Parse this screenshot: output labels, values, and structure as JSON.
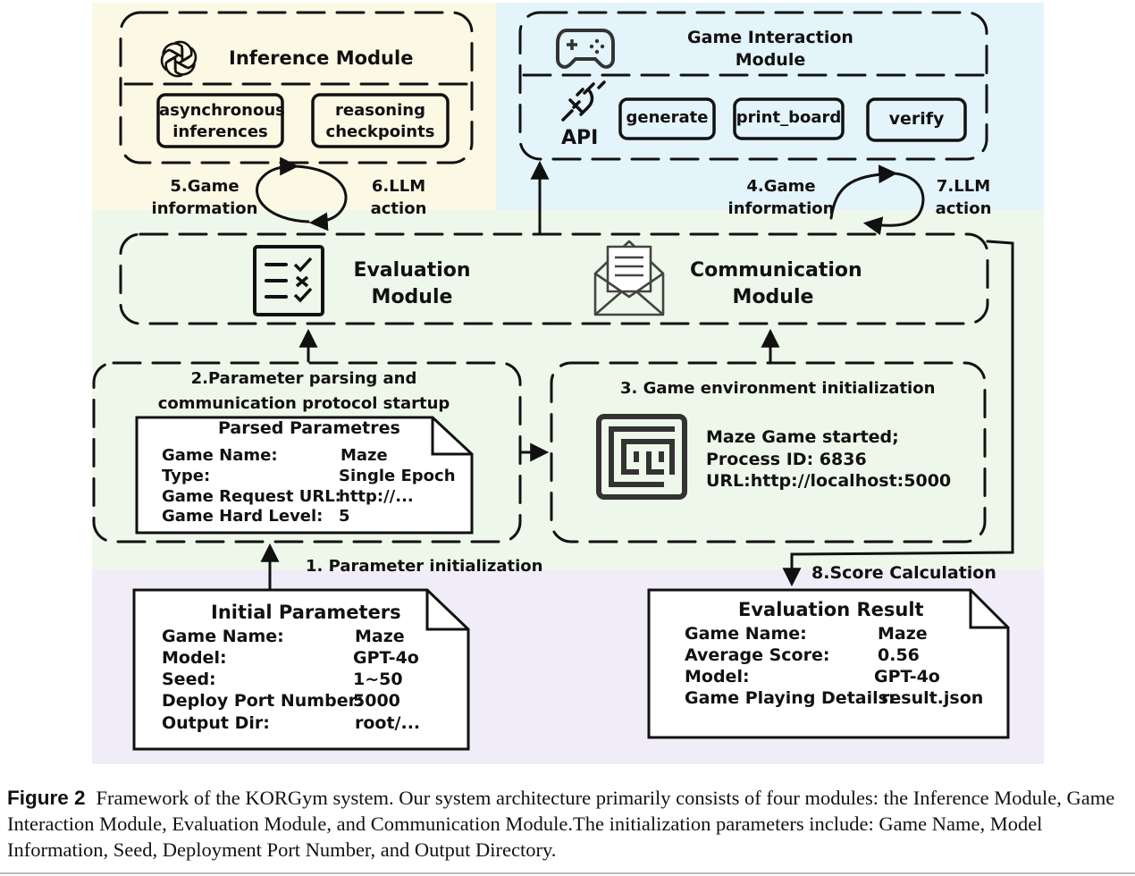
{
  "inference_module": {
    "title": "Inference Module",
    "items": [
      "asynchronous\ninferences",
      "reasoning\ncheckpoints"
    ]
  },
  "game_interaction_module": {
    "title": "Game Interaction\nModule",
    "api_label": "API",
    "items": [
      "generate",
      "print_board",
      "verify"
    ]
  },
  "flow_labels": {
    "game_info_5": "5.Game\ninformation",
    "llm_action_6": "6.LLM\naction",
    "game_info_4": "4.Game\ninformation",
    "llm_action_7": "7.LLM\naction",
    "param_init_1": "1. Parameter initialization",
    "score_calc_8": "8.Score Calculation"
  },
  "evaluation_module": {
    "title": "Evaluation\nModule"
  },
  "communication_module": {
    "title": "Communication\nModule"
  },
  "param_parsing": {
    "title": "2.Parameter parsing and\ncommunication protocol startup",
    "doc_title": "Parsed Parametres",
    "rows": [
      {
        "key": "Game Name:",
        "value": "Maze"
      },
      {
        "key": "Type:",
        "value": "Single Epoch"
      },
      {
        "key": "Game Request URL:",
        "value": "http://..."
      },
      {
        "key": "Game Hard Level:",
        "value": "5"
      }
    ]
  },
  "game_env": {
    "title": "3. Game environment initialization",
    "lines": [
      "Maze Game started;",
      "Process ID: 6836",
      "URL:http://localhost:5000"
    ]
  },
  "initial_parameters": {
    "title": "Initial Parameters",
    "rows": [
      {
        "key": "Game Name:",
        "value": "Maze"
      },
      {
        "key": "Model:",
        "value": "GPT-4o"
      },
      {
        "key": "Seed:",
        "value": "1~50"
      },
      {
        "key": "Deploy Port Number:",
        "value": "5000"
      },
      {
        "key": "Output Dir:",
        "value": "root/..."
      }
    ]
  },
  "evaluation_result": {
    "title": "Evaluation Result",
    "rows": [
      {
        "key": "Game Name:",
        "value": "Maze"
      },
      {
        "key": "Average Score:",
        "value": "0.56"
      },
      {
        "key": "Model:",
        "value": "GPT-4o"
      },
      {
        "key": "Game Playing Details:",
        "value": "result.json"
      }
    ]
  },
  "caption": {
    "label": "Figure 2",
    "text": "Framework of the KORGym system.  Our system architecture primarily consists of four modules: the Inference Module, Game Interaction Module, Evaluation Module, and Communication Module.The initialization parameters include: Game Name, Model Information, Seed, Deployment Port Number, and Output Directory."
  },
  "colors": {
    "zone_inference": "#fbf8e4",
    "zone_game_interaction": "#e3f4fa",
    "zone_modules": "#eef8ea",
    "zone_initialization": "#f1edf8",
    "stroke": "#111111"
  },
  "icons": [
    "openai-logo-icon",
    "gamepad-icon",
    "plug-icon",
    "checklist-icon",
    "envelope-icon",
    "maze-icon"
  ]
}
